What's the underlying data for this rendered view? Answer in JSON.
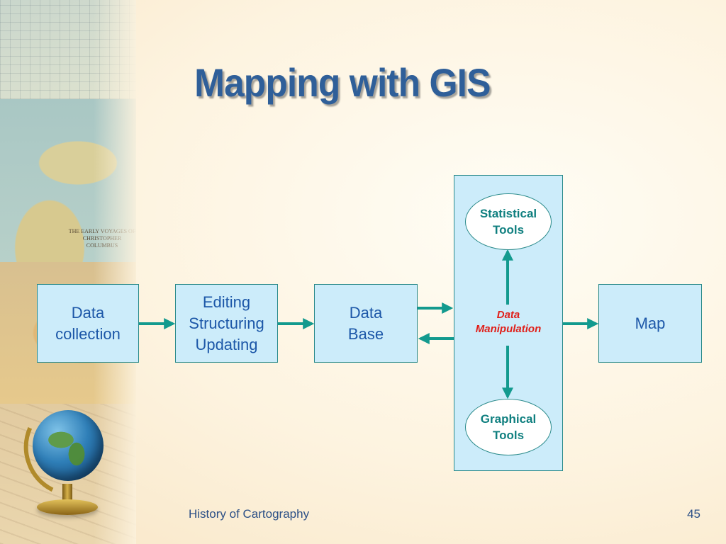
{
  "slide": {
    "title": "Mapping with GIS",
    "footer": "History of Cartography",
    "number": "45"
  },
  "decor": {
    "map_caption": "THE EARLY VOYAGES OF\nCHRISTOPHER COLUMBUS"
  },
  "diagram": {
    "boxes": {
      "collection": "Data\ncollection",
      "editing": "Editing\nStructuring\nUpdating",
      "database": "Data\nBase",
      "map": "Map"
    },
    "manipulation": {
      "label": "Data\nManipulation",
      "top_tool": "Statistical\nTools",
      "bottom_tool": "Graphical\nTools"
    }
  },
  "colors": {
    "title": "#2f5f99",
    "box_fill": "#ccecfa",
    "box_border": "#2a8a8a",
    "box_text": "#1c57a8",
    "arrow": "#139a8e",
    "manipulation_label": "#e0201a",
    "tool_text": "#0f7f7f"
  },
  "icons": {
    "globe": "globe-icon"
  }
}
